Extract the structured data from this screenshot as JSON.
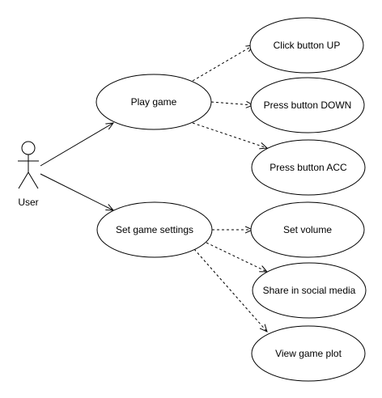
{
  "diagram": {
    "actor": {
      "label": "User"
    },
    "use_cases": {
      "play_game": "Play game",
      "set_game_settings": "Set game settings",
      "click_button_up": "Click button UP",
      "press_button_down": "Press button DOWN",
      "press_button_acc": "Press button ACC",
      "set_volume": "Set volume",
      "share_in_social_media": "Share in social media",
      "view_game_plot": "View game plot"
    }
  }
}
